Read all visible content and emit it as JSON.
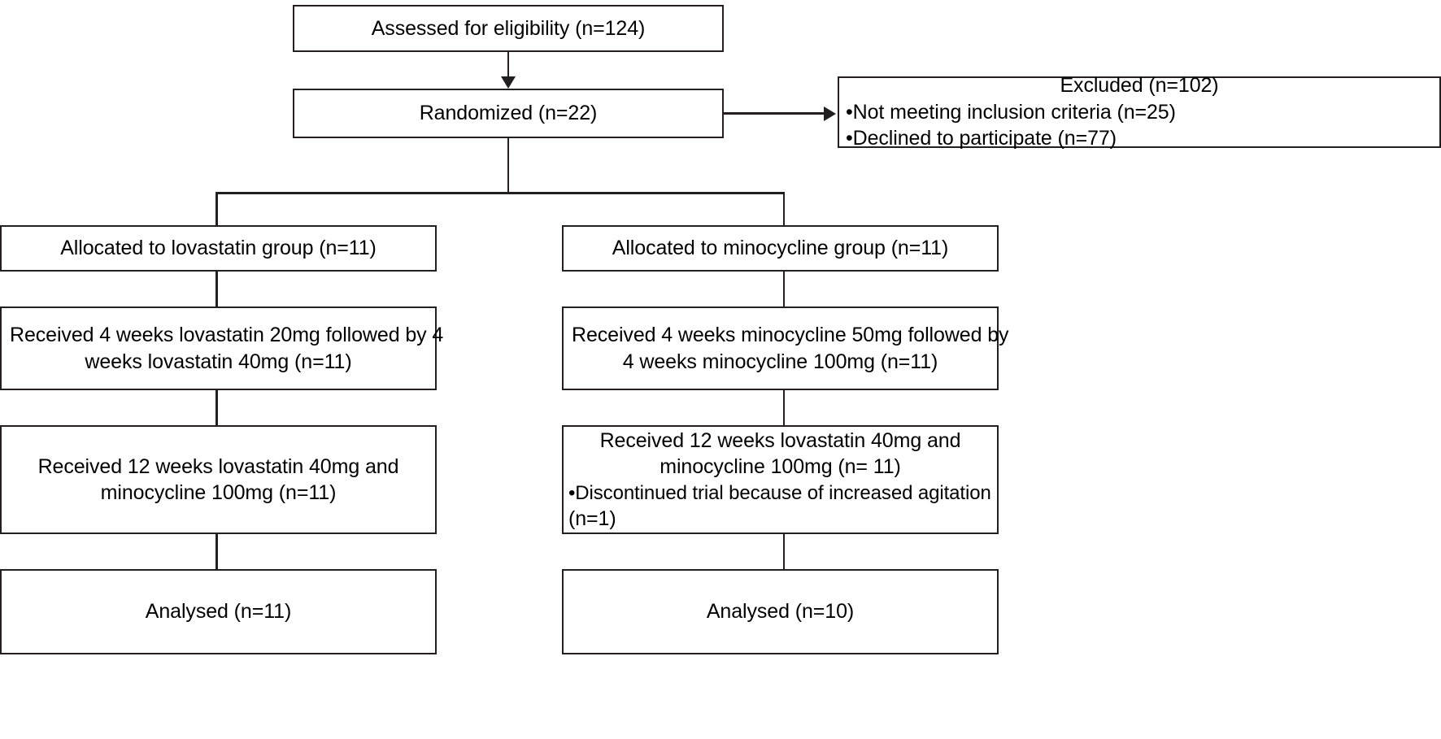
{
  "diagram": {
    "type": "consort-flow-diagram",
    "title": "CONSORT participant flow diagram",
    "background_color": "#ffffff",
    "line_color": "#231f20",
    "nodes": {
      "assessed": {
        "lines": [
          "Assessed for eligibility (n=124)"
        ]
      },
      "randomized": {
        "lines": [
          "Randomized (n=22)"
        ]
      },
      "excluded": {
        "heading": "Excluded (n=102)",
        "bullets": [
          "•Not meeting inclusion criteria (n=25)",
          "•Declined to participate (n=77)"
        ]
      },
      "left_allocated": {
        "lines": [
          "Allocated to lovastatin group (n=11)"
        ]
      },
      "left_received_4w": {
        "lines": [
          "Received 4 weeks lovastatin  20mg followed by 4",
          "weeks lovastatin 40mg   (n=11)"
        ]
      },
      "left_received_12w": {
        "lines": [
          "Received 12 weeks lovastatin 40mg and",
          "minocycline 100mg (n=11)"
        ]
      },
      "left_analysed": {
        "lines": [
          "Analysed (n=11)"
        ]
      },
      "right_allocated": {
        "lines": [
          "Allocated to minocycline group (n=11)"
        ]
      },
      "right_received_4w": {
        "lines": [
          "Received 4 weeks minocycline 50mg followed by",
          "4 weeks minocycline 100mg (n=11)"
        ]
      },
      "right_received_12w": {
        "heading_lines": [
          "Received 12 weeks lovastatin 40mg and",
          "minocycline 100mg (n= 11)"
        ],
        "bullets": [
          "•Discontinued trial  because of increased agitation",
          "(n=1)"
        ]
      },
      "right_analysed": {
        "lines": [
          "Analysed (n=10)"
        ]
      }
    },
    "connectors": [
      {
        "name": "assessed-to-randomized",
        "kind": "vertical-arrow"
      },
      {
        "name": "randomized-to-excluded",
        "kind": "horizontal-arrow"
      },
      {
        "name": "randomized-to-split",
        "kind": "vertical-arrow"
      },
      {
        "name": "split-bus",
        "kind": "horizontal-bus"
      },
      {
        "name": "split-to-left-allocated",
        "kind": "vertical-arrow"
      },
      {
        "name": "split-to-right-allocated",
        "kind": "vertical-arrow"
      },
      {
        "name": "left-allocated-to-received4w",
        "kind": "vertical-arrow"
      },
      {
        "name": "left-received4w-to-received12w",
        "kind": "vertical-arrow"
      },
      {
        "name": "left-received12w-to-analysed",
        "kind": "vertical-arrow"
      },
      {
        "name": "right-allocated-to-received4w",
        "kind": "vertical-arrow"
      },
      {
        "name": "right-received4w-to-received12w",
        "kind": "vertical-arrow"
      },
      {
        "name": "right-received12w-to-analysed",
        "kind": "vertical-arrow"
      }
    ]
  }
}
